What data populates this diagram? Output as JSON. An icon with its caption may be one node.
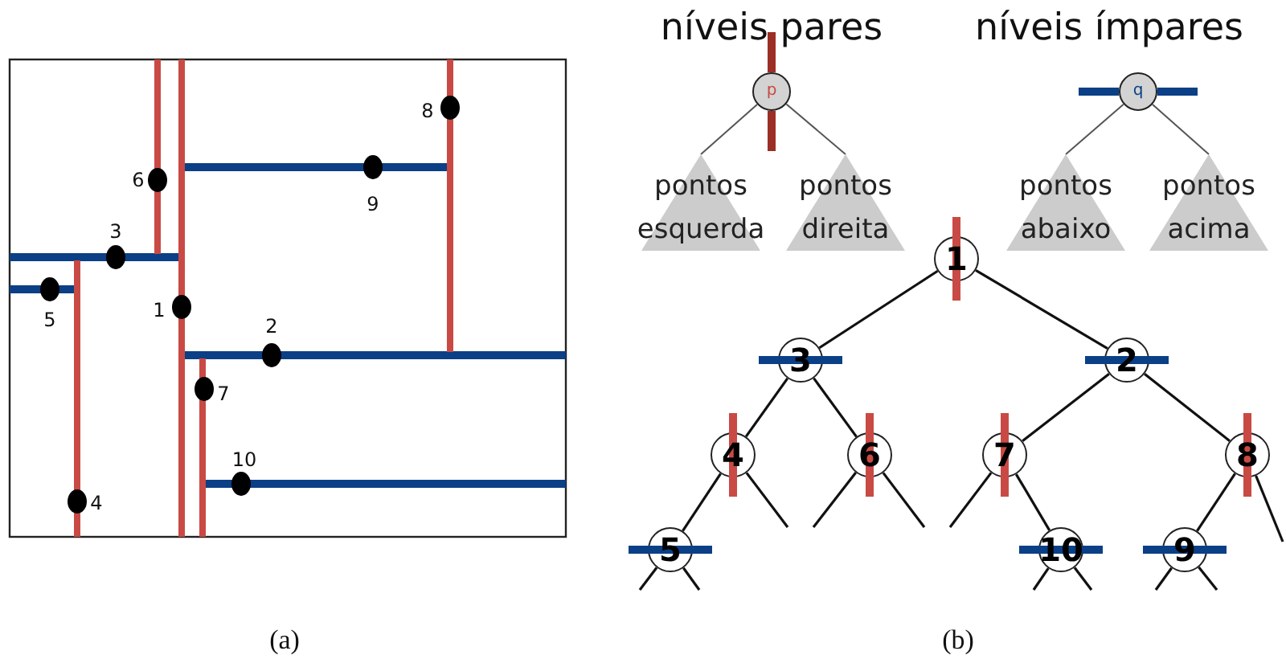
{
  "diagram": {
    "nodes": [
      {
        "text": [
          "p"
        ]
      },
      {
        "text": [
          "pontos esquerda"
        ]
      },
      {
        "text": [
          "pontos direita"
        ]
      },
      {
        "text": [
          "q"
        ]
      },
      {
        "text": [
          "pontos abaixo"
        ]
      },
      {
        "text": [
          "pontos acima"
        ]
      },
      {
        "text": [
          "1"
        ]
      },
      {
        "text": [
          "3"
        ]
      },
      {
        "text": [
          "2"
        ]
      },
      {
        "text": [
          "4"
        ]
      },
      {
        "text": [
          "6"
        ]
      },
      {
        "text": [
          "7"
        ]
      },
      {
        "text": [
          "8"
        ]
      },
      {
        "text": [
          "5"
        ]
      },
      {
        "text": [
          "10"
        ]
      },
      {
        "text": [
          "9"
        ]
      }
    ],
    "edges": [
      {
        "from": 0,
        "to": 1,
        "arrow": "none"
      },
      {
        "from": 0,
        "to": 2,
        "arrow": "none"
      },
      {
        "from": 3,
        "to": 4,
        "arrow": "none"
      },
      {
        "from": 3,
        "to": 5,
        "arrow": "none"
      },
      {
        "from": 6,
        "to": 7,
        "arrow": "none"
      },
      {
        "from": 6,
        "to": 8,
        "arrow": "none"
      },
      {
        "from": 7,
        "to": 9,
        "arrow": "none"
      },
      {
        "from": 7,
        "to": 10,
        "arrow": "none"
      },
      {
        "from": 8,
        "to": 11,
        "arrow": "none"
      },
      {
        "from": 8,
        "to": 12,
        "arrow": "none"
      },
      {
        "from": 9,
        "to": 13,
        "arrow": "none"
      },
      {
        "from": 11,
        "to": 14,
        "arrow": "none"
      },
      {
        "from": 12,
        "to": 15,
        "arrow": "none"
      },
      {
        "from": 9,
        "to": null,
        "arrow": "none"
      },
      {
        "from": 10,
        "to": null,
        "arrow": "none"
      },
      {
        "from": 10,
        "to": null,
        "arrow": "none"
      },
      {
        "from": 11,
        "to": null,
        "arrow": "none"
      },
      {
        "from": 12,
        "to": null,
        "arrow": "none"
      },
      {
        "from": 13,
        "to": null,
        "arrow": "none"
      },
      {
        "from": 13,
        "to": null,
        "arrow": "none"
      },
      {
        "from": 14,
        "to": null,
        "arrow": "none"
      },
      {
        "from": 14,
        "to": null,
        "arrow": "none"
      },
      {
        "from": 15,
        "to": null,
        "arrow": "none"
      },
      {
        "from": 15,
        "to": null,
        "arrow": "none"
      }
    ],
    "labels": [
      "níveis pares",
      "níveis ímpares",
      "8",
      "6",
      "9",
      "3",
      "5",
      "1",
      "2",
      "7",
      "10",
      "4",
      "(a)",
      "(b)"
    ]
  }
}
